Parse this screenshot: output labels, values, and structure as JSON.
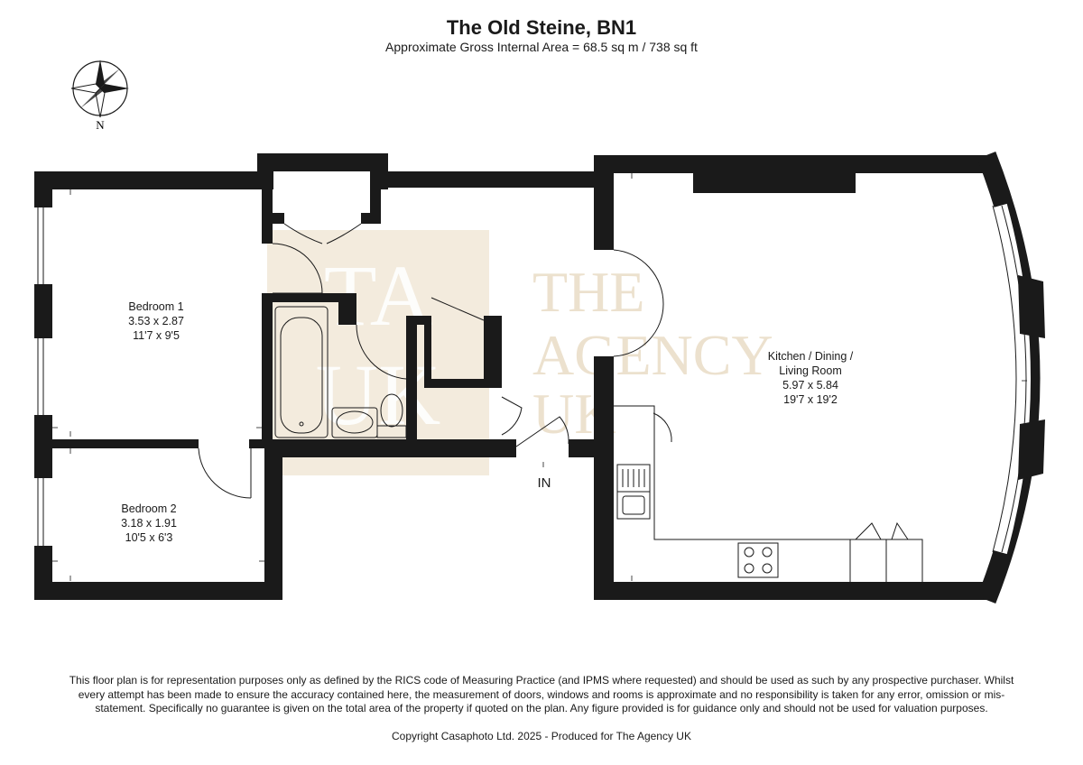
{
  "header": {
    "title": "The Old Steine, BN1",
    "subtitle": "Approximate Gross Internal Area = 68.5 sq m / 738 sq ft"
  },
  "compass": {
    "label": "N",
    "icon": "compass-rose-icon"
  },
  "watermark": {
    "left_line1": "TA",
    "left_line2": "UK",
    "right_line1": "THE",
    "right_line2": "AGENCY",
    "right_line3": "UK"
  },
  "rooms": {
    "bedroom1": {
      "name": "Bedroom 1",
      "metric": "3.53 x 2.87",
      "imperial": "11'7 x 9'5"
    },
    "bedroom2": {
      "name": "Bedroom 2",
      "metric": "3.18 x 1.91",
      "imperial": "10'5 x 6'3"
    },
    "living": {
      "name_line1": "Kitchen / Dining /",
      "name_line2": "Living Room",
      "metric": "5.97 x 5.84",
      "imperial": "19'7 x 19'2"
    }
  },
  "entrance": {
    "label": "IN"
  },
  "footer": {
    "disclaimer": "This floor plan is for representation purposes only as defined by the RICS code of Measuring Practice (and IPMS where requested) and should be used as such by any prospective purchaser. Whilst every attempt has been made to ensure the accuracy contained here, the measurement of doors, windows and rooms is approximate and no responsibility is taken for any error, omission or mis-statement. Specifically no guarantee is given on the total area of the property if quoted on the plan. Any figure provided is for guidance only and should not be used for valuation purposes.",
    "copyright": "Copyright Casaphoto Ltd. 2025 - Produced for The Agency UK"
  },
  "colors": {
    "wall": "#1a1a1a",
    "watermark": "#e9dcc6",
    "background": "#ffffff"
  }
}
